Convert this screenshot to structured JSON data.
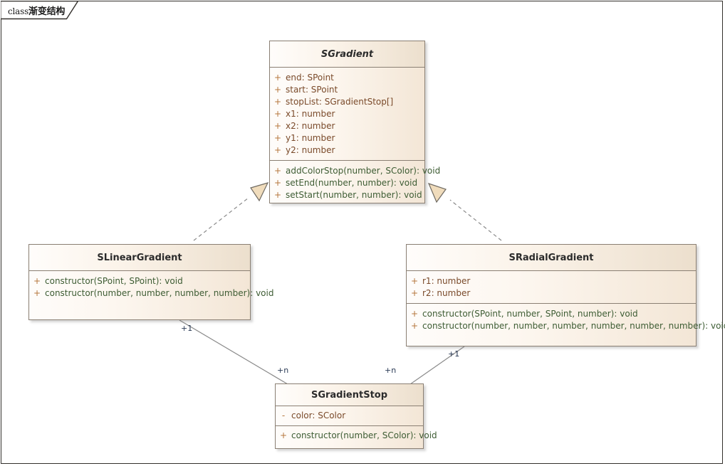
{
  "diagram": {
    "frame_keyword": "class",
    "frame_title": "渐变结构",
    "colors": {
      "box_border": "#8a7f73",
      "header_fill_right": "#ecdfcd",
      "body_fill_right": "#f3e6d6",
      "visibility_marker": "#b5763c",
      "attribute_text": "#7a4a2a",
      "method_text": "#3d5c33",
      "connector_line": "#8a8a8a",
      "multiplicity_text": "#2a3a55",
      "arrowhead_fill": "#f0dcbc",
      "frame_border": "#33302c"
    }
  },
  "classes": {
    "sgradient": {
      "name": "SGradient",
      "stereotype": "abstract",
      "attributes": [
        {
          "visibility": "+",
          "text": "end: SPoint"
        },
        {
          "visibility": "+",
          "text": "start: SPoint"
        },
        {
          "visibility": "+",
          "text": "stopList: SGradientStop[]"
        },
        {
          "visibility": "+",
          "text": "x1: number"
        },
        {
          "visibility": "+",
          "text": "x2: number"
        },
        {
          "visibility": "+",
          "text": "y1: number"
        },
        {
          "visibility": "+",
          "text": "y2: number"
        }
      ],
      "methods": [
        {
          "visibility": "+",
          "text": "addColorStop(number, SColor): void"
        },
        {
          "visibility": "+",
          "text": "setEnd(number, number): void"
        },
        {
          "visibility": "+",
          "text": "setStart(number, number): void"
        }
      ]
    },
    "slineargradient": {
      "name": "SLinearGradient",
      "stereotype": "concrete",
      "attributes": [],
      "methods": [
        {
          "visibility": "+",
          "text": "constructor(SPoint, SPoint): void"
        },
        {
          "visibility": "+",
          "text": "constructor(number, number, number, number): void"
        }
      ]
    },
    "sradialgradient": {
      "name": "SRadialGradient",
      "stereotype": "concrete",
      "attributes": [
        {
          "visibility": "+",
          "text": "r1: number"
        },
        {
          "visibility": "+",
          "text": "r2: number"
        }
      ],
      "methods": [
        {
          "visibility": "+",
          "text": "constructor(SPoint, number, SPoint, number): void"
        },
        {
          "visibility": "+",
          "text": "constructor(number, number, number, number, number, number): void"
        }
      ]
    },
    "sgradientstop": {
      "name": "SGradientStop",
      "stereotype": "concrete",
      "attributes": [
        {
          "visibility": "-",
          "text": "color: SColor"
        }
      ],
      "methods": [
        {
          "visibility": "+",
          "text": "constructor(number, SColor): void"
        }
      ]
    }
  },
  "relationships": {
    "realizations": [
      {
        "from": "SLinearGradient",
        "to": "SGradient",
        "style": "dashed",
        "arrow": "hollow-triangle"
      },
      {
        "from": "SRadialGradient",
        "to": "SGradient",
        "style": "dashed",
        "arrow": "hollow-triangle"
      }
    ],
    "associations": [
      {
        "from": "SLinearGradient",
        "to": "SGradientStop",
        "style": "solid",
        "source_multiplicity": "+1",
        "target_multiplicity": "+n"
      },
      {
        "from": "SRadialGradient",
        "to": "SGradientStop",
        "style": "solid",
        "source_multiplicity": "+1",
        "target_multiplicity": "+n"
      }
    ]
  },
  "multiplicity_labels": {
    "linear_source": "+1",
    "linear_target": "+n",
    "radial_source": "+1",
    "radial_target": "+n"
  }
}
